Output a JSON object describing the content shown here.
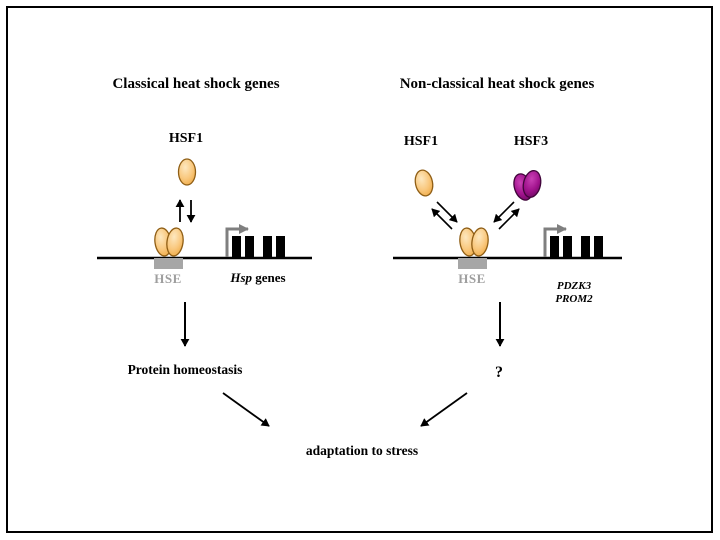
{
  "left_panel": {
    "title": "Classical heat shock genes",
    "hsf1_label": "HSF1",
    "hse_label": "HSE",
    "gene_label_italic": "Hsp",
    "gene_label_rest": " genes",
    "outcome_label": "Protein homeostasis"
  },
  "right_panel": {
    "title": "Non-classical heat shock genes",
    "hsf1_label": "HSF1",
    "hsf3_label": "HSF3",
    "hse_label": "HSE",
    "gene_labels": [
      "PDZK3",
      "PROM2"
    ],
    "outcome_label": "?"
  },
  "footer": {
    "label": "adaptation to stress"
  },
  "colors": {
    "hsf1_fill": "#F9C87E",
    "hsf1_stroke": "#8F5E15",
    "hsf3_fill": "#A0128C",
    "hsf3_stroke": "#40053A",
    "hse_box": "#A6A6A6",
    "hse_text": "#9E9E9E",
    "gene_box": "#000000",
    "promoter_arrow": "#7F7F7F",
    "arrow": "#000000",
    "border": "#000000"
  }
}
